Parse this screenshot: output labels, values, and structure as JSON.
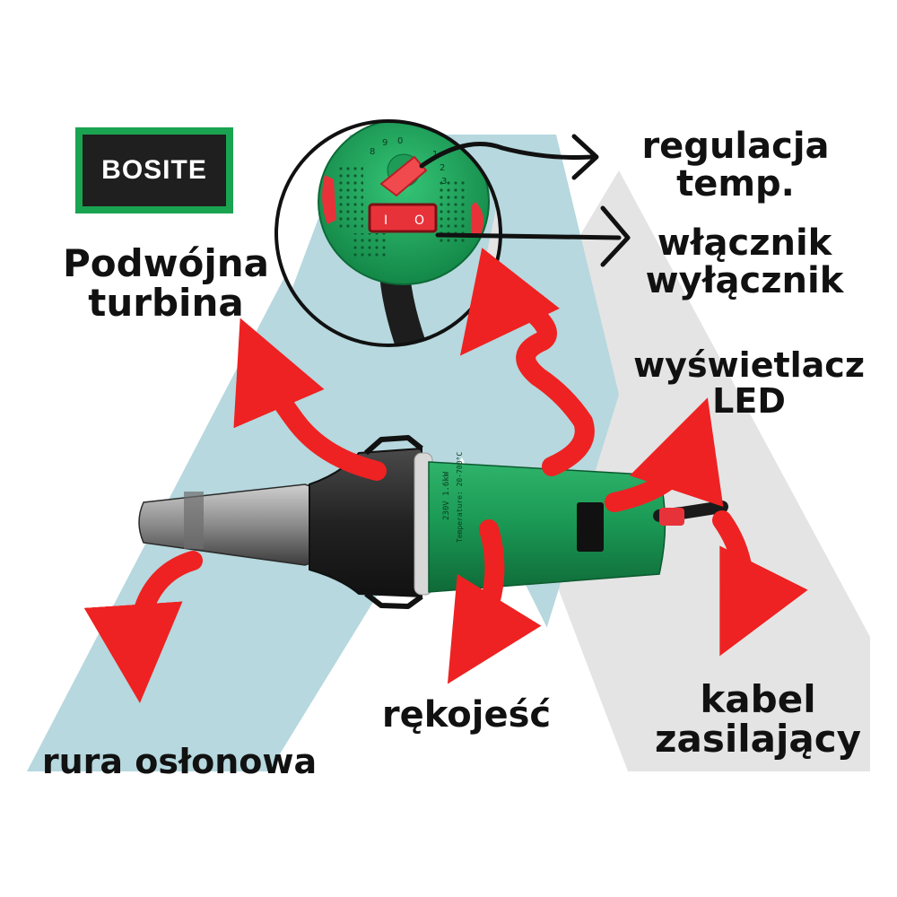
{
  "brand": {
    "logo_text": "BOSITE"
  },
  "labels": {
    "turbine": [
      "Podwójna",
      "turbina"
    ],
    "temperature": [
      "regulacja",
      "temp."
    ],
    "power_switch": [
      "włącznik",
      "wyłącznik"
    ],
    "led_display": [
      "wyświetlacz",
      "LED"
    ],
    "handle": "rękojeść",
    "power_cable": [
      "kabel",
      "zasilający"
    ],
    "nozzle_tube": "rura osłonowa"
  },
  "device": {
    "print_on_body": [
      "230V 1.6kW",
      "Temperature: 20-700°C"
    ],
    "switch_marks": [
      "I",
      "O"
    ],
    "dial_marks": [
      "8",
      "9",
      "0",
      "1",
      "2",
      "3"
    ]
  },
  "colors": {
    "arrow_red": "#ee2222",
    "body_green": "#1b9a55",
    "logo_green": "#1aa351",
    "bg_blue": "#b6d8de",
    "bg_grey": "#e4e4e4"
  }
}
